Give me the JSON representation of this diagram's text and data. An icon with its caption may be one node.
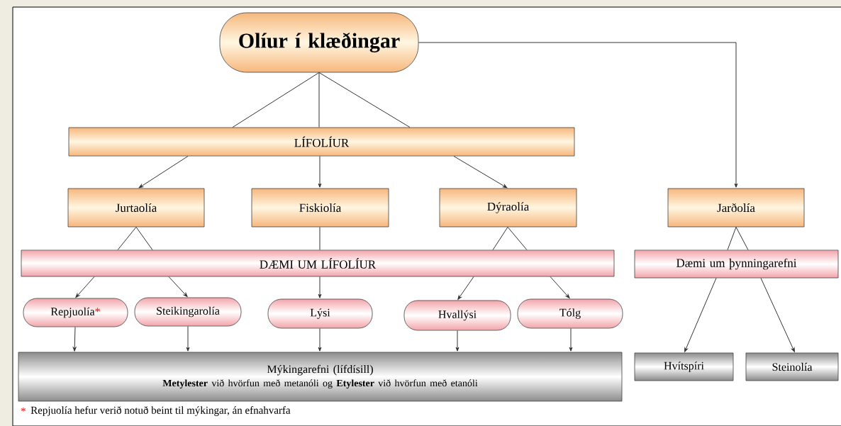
{
  "diagram": {
    "nodes": [
      {
        "text": [
          "Olíur í klæðingar"
        ]
      },
      {
        "text": [
          "LÍFOLÍUR"
        ]
      },
      {
        "text": [
          "Jurtaolía"
        ]
      },
      {
        "text": [
          "Fiskiolía"
        ]
      },
      {
        "text": [
          "Dýraolía"
        ]
      },
      {
        "text": [
          "Jarðolía"
        ]
      },
      {
        "text": [
          "DÆMI UM LÍFOLÍUR"
        ]
      },
      {
        "text": [
          "Dæmi um þynningarefni"
        ]
      },
      {
        "text": [
          "Repjuolía",
          "*"
        ]
      },
      {
        "text": [
          "Steikingarolía"
        ]
      },
      {
        "text": [
          "Lýsi"
        ]
      },
      {
        "text": [
          "Hvallýsi"
        ]
      },
      {
        "text": [
          "Tólg"
        ]
      },
      {
        "text": [
          "Mýkingarefni (lífdísill)",
          "**Metylester** við hvörfun með metanóli og **Etylester** við hvörfun með etanóli"
        ]
      },
      {
        "text": [
          "Hvítspíri"
        ]
      },
      {
        "text": [
          "Steinolía"
        ]
      }
    ],
    "edges": [
      {
        "from": 0,
        "to": 1,
        "arrow": "none"
      },
      {
        "from": 0,
        "to": 1,
        "arrow": "none"
      },
      {
        "from": 0,
        "to": 1,
        "arrow": "none"
      },
      {
        "from": 0,
        "to": 5,
        "arrow": "to"
      },
      {
        "from": 1,
        "to": 2,
        "arrow": "to"
      },
      {
        "from": 1,
        "to": 3,
        "arrow": "to"
      },
      {
        "from": 1,
        "to": 4,
        "arrow": "to"
      },
      {
        "from": 2,
        "to": 6,
        "arrow": "none"
      },
      {
        "from": 2,
        "to": 6,
        "arrow": "none"
      },
      {
        "from": 3,
        "to": 6,
        "arrow": "none"
      },
      {
        "from": 4,
        "to": 6,
        "arrow": "none"
      },
      {
        "from": 4,
        "to": 6,
        "arrow": "none"
      },
      {
        "from": 5,
        "to": 7,
        "arrow": "none"
      },
      {
        "from": 5,
        "to": 7,
        "arrow": "none"
      },
      {
        "from": 6,
        "to": 8,
        "arrow": "to"
      },
      {
        "from": 6,
        "to": 9,
        "arrow": "to"
      },
      {
        "from": 6,
        "to": 10,
        "arrow": "to"
      },
      {
        "from": 6,
        "to": 11,
        "arrow": "to"
      },
      {
        "from": 6,
        "to": 12,
        "arrow": "to"
      },
      {
        "from": 8,
        "to": 13,
        "arrow": "to"
      },
      {
        "from": 9,
        "to": 13,
        "arrow": "to"
      },
      {
        "from": 10,
        "to": 13,
        "arrow": "to"
      },
      {
        "from": 11,
        "to": 13,
        "arrow": "to"
      },
      {
        "from": 12,
        "to": 13,
        "arrow": "to"
      },
      {
        "from": 7,
        "to": 14,
        "arrow": "to"
      },
      {
        "from": 7,
        "to": 15,
        "arrow": "to"
      }
    ],
    "labels": [
      "*",
      "Repjuolía hefur verið notuð beint til mýkingar, án efnahvarfa"
    ]
  }
}
